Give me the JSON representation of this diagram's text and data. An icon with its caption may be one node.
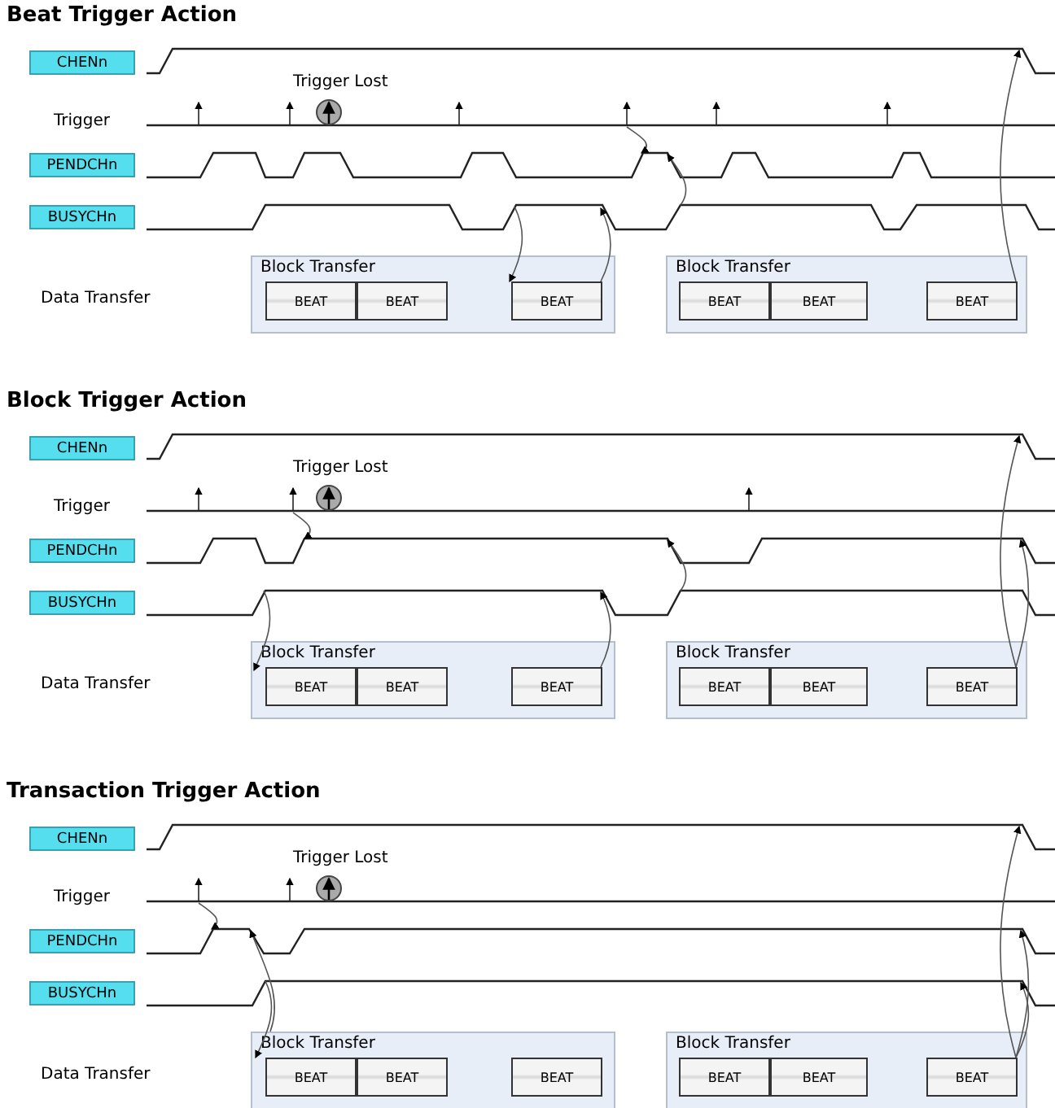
{
  "diagram": {
    "nodes": [
      {
        "text": [
          "CHENn"
        ]
      },
      {
        "text": [
          "PENDCHn"
        ]
      },
      {
        "text": [
          "BUSYCHn"
        ]
      },
      {
        "text": [
          "Block Transfer"
        ]
      },
      {
        "text": [
          "BEAT"
        ],
        "in": 3
      },
      {
        "text": [
          "BEAT"
        ],
        "in": 3
      },
      {
        "text": [
          "BEAT"
        ],
        "in": 3
      },
      {
        "text": [
          "Block Transfer"
        ]
      },
      {
        "text": [
          "BEAT"
        ],
        "in": 7
      },
      {
        "text": [
          "BEAT"
        ],
        "in": 7
      },
      {
        "text": [
          "BEAT"
        ],
        "in": 7
      },
      {
        "text": [
          "CHENn"
        ]
      },
      {
        "text": [
          "PENDCHn"
        ]
      },
      {
        "text": [
          "BUSYCHn"
        ]
      },
      {
        "text": [
          "Block Transfer"
        ]
      },
      {
        "text": [
          "BEAT"
        ],
        "in": 14
      },
      {
        "text": [
          "BEAT"
        ],
        "in": 14
      },
      {
        "text": [
          "BEAT"
        ],
        "in": 14
      },
      {
        "text": [
          "Block Transfer"
        ]
      },
      {
        "text": [
          "BEAT"
        ],
        "in": 18
      },
      {
        "text": [
          "BEAT"
        ],
        "in": 18
      },
      {
        "text": [
          "BEAT"
        ],
        "in": 18
      },
      {
        "text": [
          "CHENn"
        ]
      },
      {
        "text": [
          "PENDCHn"
        ]
      },
      {
        "text": [
          "BUSYCHn"
        ]
      },
      {
        "text": [
          "Block Transfer"
        ]
      },
      {
        "text": [
          "BEAT"
        ],
        "in": 25
      },
      {
        "text": [
          "BEAT"
        ],
        "in": 25
      },
      {
        "text": [
          "BEAT"
        ],
        "in": 25
      },
      {
        "text": [
          "Block Transfer"
        ]
      },
      {
        "text": [
          "BEAT"
        ],
        "in": 29
      },
      {
        "text": [
          "BEAT"
        ],
        "in": 29
      },
      {
        "text": [
          "BEAT"
        ],
        "in": 29
      }
    ],
    "edges": [
      {
        "from": null,
        "to": 1,
        "arrow": "to"
      },
      {
        "from": 2,
        "to": 1,
        "arrow": "to"
      },
      {
        "from": 2,
        "to": 6,
        "arrow": "to"
      },
      {
        "from": 6,
        "to": 2,
        "arrow": "to"
      },
      {
        "from": 10,
        "to": 0,
        "arrow": "to"
      },
      {
        "from": null,
        "to": 12,
        "arrow": "to"
      },
      {
        "from": 13,
        "to": 14,
        "arrow": "to"
      },
      {
        "from": 17,
        "to": 13,
        "arrow": "to"
      },
      {
        "from": 13,
        "to": 12,
        "arrow": "to"
      },
      {
        "from": 21,
        "to": 12,
        "arrow": "to"
      },
      {
        "from": 21,
        "to": 11,
        "arrow": "to"
      },
      {
        "from": null,
        "to": 23,
        "arrow": "to"
      },
      {
        "from": 24,
        "to": 25,
        "arrow": "to"
      },
      {
        "from": 25,
        "to": 23,
        "arrow": "to"
      },
      {
        "from": 32,
        "to": 23,
        "arrow": "to"
      },
      {
        "from": 32,
        "to": 24,
        "arrow": "to"
      },
      {
        "from": 32,
        "to": 22,
        "arrow": "to"
      }
    ],
    "labels": [
      "Beat Trigger Action",
      "Trigger Lost",
      "Trigger",
      "Data Transfer",
      "Block Trigger Action",
      "Trigger Lost",
      "Trigger",
      "Data Transfer",
      "Transaction Trigger Action",
      "Trigger Lost",
      "Trigger",
      "Data Transfer"
    ]
  }
}
